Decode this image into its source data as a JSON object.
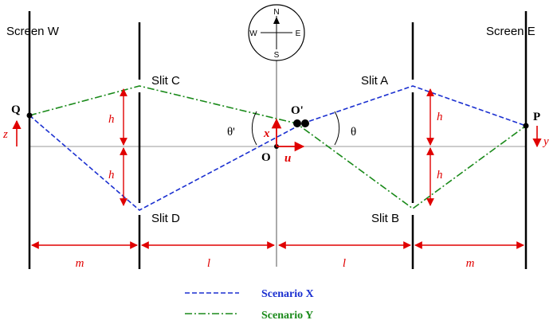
{
  "screens": {
    "west": "Screen W",
    "east": "Screen E"
  },
  "slits": {
    "a": "Slit A",
    "b": "Slit B",
    "c": "Slit C",
    "d": "Slit D"
  },
  "points": {
    "q": "Q",
    "p": "P",
    "o": "O",
    "o_prime": "O'"
  },
  "compass": {
    "n": "N",
    "s": "S",
    "e": "E",
    "w": "W"
  },
  "angles": {
    "theta": "θ",
    "theta_prime": "θ'"
  },
  "dimensions": {
    "h": "h",
    "l": "l",
    "m": "m"
  },
  "axes": {
    "x": "x",
    "u": "u",
    "y": "y",
    "z": "z"
  },
  "legend": {
    "scenario_x": "Scenario X",
    "scenario_y": "Scenario Y"
  },
  "colors": {
    "scenario_x": "#1a2fd0",
    "scenario_y": "#1a8a1a",
    "annotation": "#e00000"
  }
}
